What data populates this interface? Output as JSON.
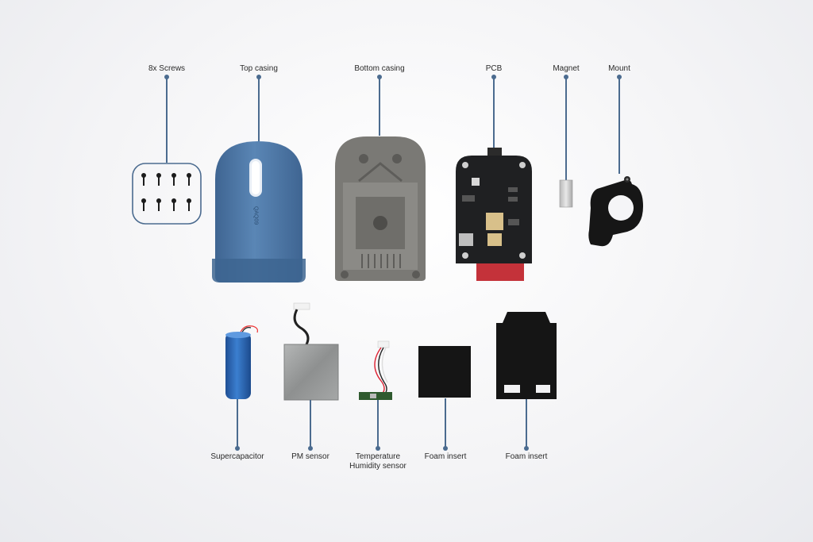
{
  "labels_top": {
    "screws": "8x Screws",
    "top_casing": "Top casing",
    "bottom_casing": "Bottom casing",
    "pcb": "PCB",
    "magnet": "Magnet",
    "mount": "Mount"
  },
  "labels_bottom": {
    "supercapacitor": "Supercapacitor",
    "pm_sensor": "PM sensor",
    "temp_sensor_line1": "Temperature",
    "temp_sensor_line2": "Humidity sensor",
    "foam_insert_1": "Foam insert",
    "foam_insert_2": "Foam insert"
  },
  "device_marking": "QAQ09",
  "colors": {
    "leader": "#4b6b8f",
    "top_casing": "#4e78a6",
    "bottom_casing": "#7e7d79",
    "pcb": "#1f2022",
    "pcb_tag": "#c4323a",
    "foam": "#151515",
    "supercapacitor": "#2f6fc0",
    "pm_sensor": "#9ea0a0"
  }
}
